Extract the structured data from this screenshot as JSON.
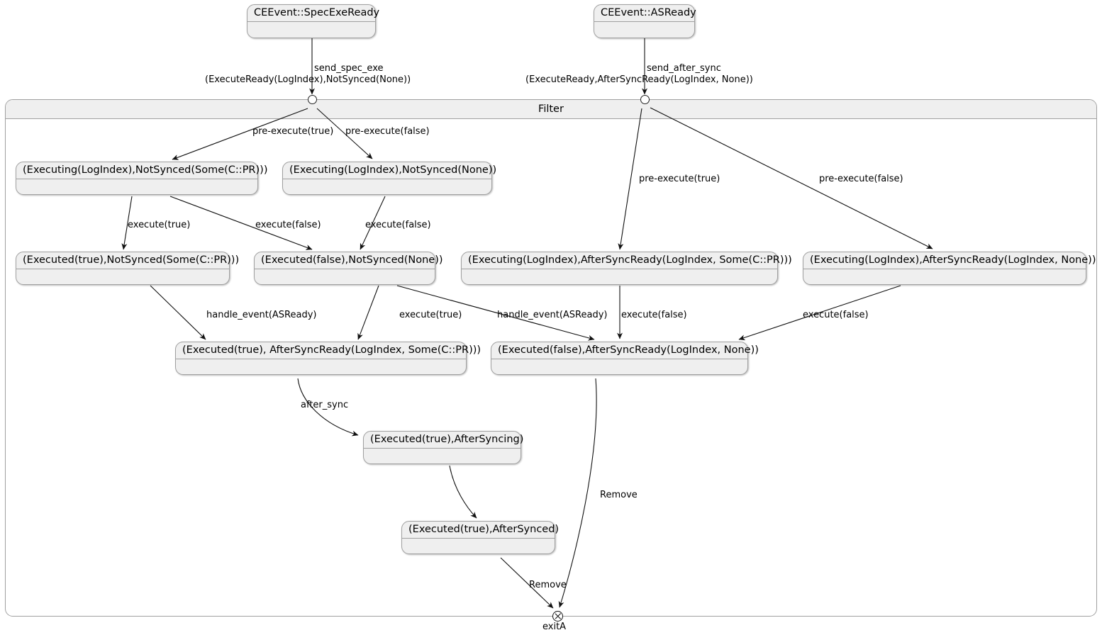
{
  "diagram": {
    "type": "uml-state-diagram",
    "background": "#FFFFFF",
    "state_fill": "#EFEFEF",
    "border_color": "#A0A0A0",
    "composite": {
      "name": "Filter",
      "label": "Filter"
    },
    "exit_point": {
      "name": "exitA",
      "label": "exitA"
    }
  },
  "events": [
    {
      "id": "spec_exe_ready",
      "label": "CEEvent::SpecExeReady"
    },
    {
      "id": "as_ready",
      "label": "CEEvent::ASReady"
    }
  ],
  "states": [
    {
      "id": "s_exec_notsync_some",
      "label": "(Executing(LogIndex),NotSynced(Some(C::PR)))"
    },
    {
      "id": "s_exec_notsync_none",
      "label": "(Executing(LogIndex),NotSynced(None))"
    },
    {
      "id": "s_executed_true_notsync",
      "label": "(Executed(true),NotSynced(Some(C::PR)))"
    },
    {
      "id": "s_executed_false_notsync",
      "label": "(Executed(false),NotSynced(None))"
    },
    {
      "id": "s_exec_asr_some",
      "label": "(Executing(LogIndex),AfterSyncReady(LogIndex, Some(C::PR)))"
    },
    {
      "id": "s_exec_asr_none",
      "label": "(Executing(LogIndex),AfterSyncReady(LogIndex, None))"
    },
    {
      "id": "s_executed_true_asr",
      "label": "(Executed(true), AfterSyncReady(LogIndex, Some(C::PR)))"
    },
    {
      "id": "s_executed_false_asr",
      "label": "(Executed(false),AfterSyncReady(LogIndex, None))"
    },
    {
      "id": "s_executed_true_syncing",
      "label": "(Executed(true),AfterSyncing)"
    },
    {
      "id": "s_executed_true_synced",
      "label": "(Executed(true),AfterSynced)"
    }
  ],
  "transitions": [
    {
      "id": "t_send_spec_exe",
      "line1": "send_spec_exe",
      "line2": "(ExecuteReady(LogIndex),NotSynced(None))"
    },
    {
      "id": "t_send_after_sync",
      "line1": "send_after_sync",
      "line2": "(ExecuteReady,AfterSyncReady(LogIndex, None))"
    },
    {
      "id": "t_pre_exec_true_1",
      "label": "pre-execute(true)"
    },
    {
      "id": "t_pre_exec_false_1",
      "label": "pre-execute(false)"
    },
    {
      "id": "t_pre_exec_true_2",
      "label": "pre-execute(true)"
    },
    {
      "id": "t_pre_exec_false_2",
      "label": "pre-execute(false)"
    },
    {
      "id": "t_execute_true_1",
      "label": "execute(true)"
    },
    {
      "id": "t_execute_false_1",
      "label": "execute(false)"
    },
    {
      "id": "t_execute_false_2",
      "label": "execute(false)"
    },
    {
      "id": "t_handle_event_1",
      "label": "handle_event(ASReady)"
    },
    {
      "id": "t_execute_true_2",
      "label": "execute(true)"
    },
    {
      "id": "t_handle_event_2",
      "label": "handle_event(ASReady)"
    },
    {
      "id": "t_execute_false_3",
      "label": "execute(false)"
    },
    {
      "id": "t_execute_false_4",
      "label": "execute(false)"
    },
    {
      "id": "t_after_sync",
      "label": "after_sync"
    },
    {
      "id": "t_remove_1",
      "label": "Remove"
    },
    {
      "id": "t_remove_2",
      "label": "Remove"
    }
  ]
}
